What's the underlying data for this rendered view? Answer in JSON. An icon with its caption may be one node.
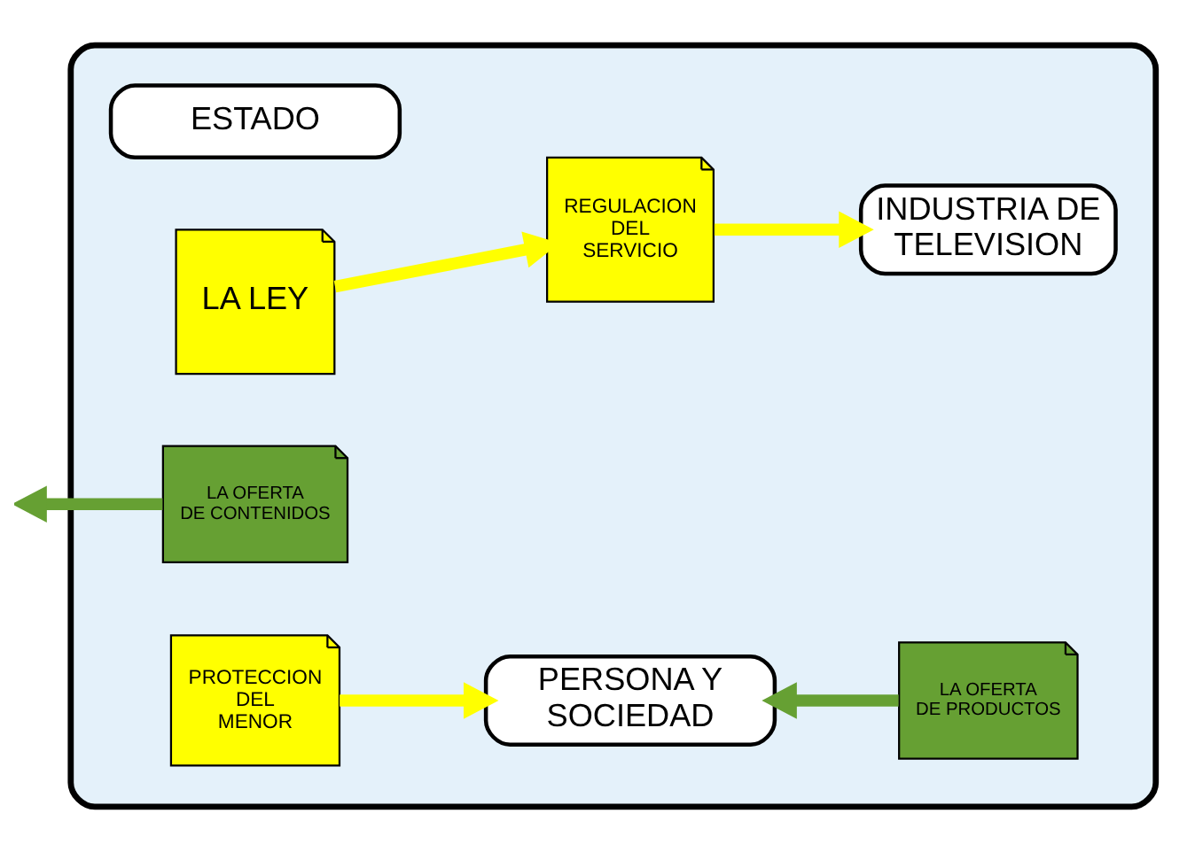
{
  "diagram": {
    "nodes": [
      {
        "text": [],
        "shape": "box"
      },
      {
        "text": [
          "ESTADO"
        ],
        "in": 0
      },
      {
        "text": [
          "LA LEY"
        ],
        "in": 0
      },
      {
        "text": [
          "REGULACION DEL SERVICIO"
        ],
        "in": 0
      },
      {
        "text": [
          "INDUSTRIA DE TELEVISION"
        ],
        "in": 0
      },
      {
        "text": [
          "LA OFERTA DE CONTENIDOS"
        ],
        "in": 0
      },
      {
        "text": [
          "PROTECCION DEL MENOR"
        ],
        "in": 0
      },
      {
        "text": [
          "PERSONA Y SOCIEDAD"
        ],
        "in": 0
      },
      {
        "text": [
          "LA OFERTA DE PRODUCTOS"
        ],
        "in": 0
      }
    ],
    "edges": [
      {
        "from": 2,
        "to": 3,
        "arrow": "to"
      },
      {
        "from": 3,
        "to": 4,
        "arrow": "to"
      },
      {
        "from": 5,
        "to": null,
        "arrow": "to",
        "color": "#66a033"
      },
      {
        "from": 6,
        "to": 7,
        "arrow": "to"
      },
      {
        "from": 8,
        "to": 7,
        "arrow": "to",
        "color": "#66a033"
      }
    ]
  }
}
